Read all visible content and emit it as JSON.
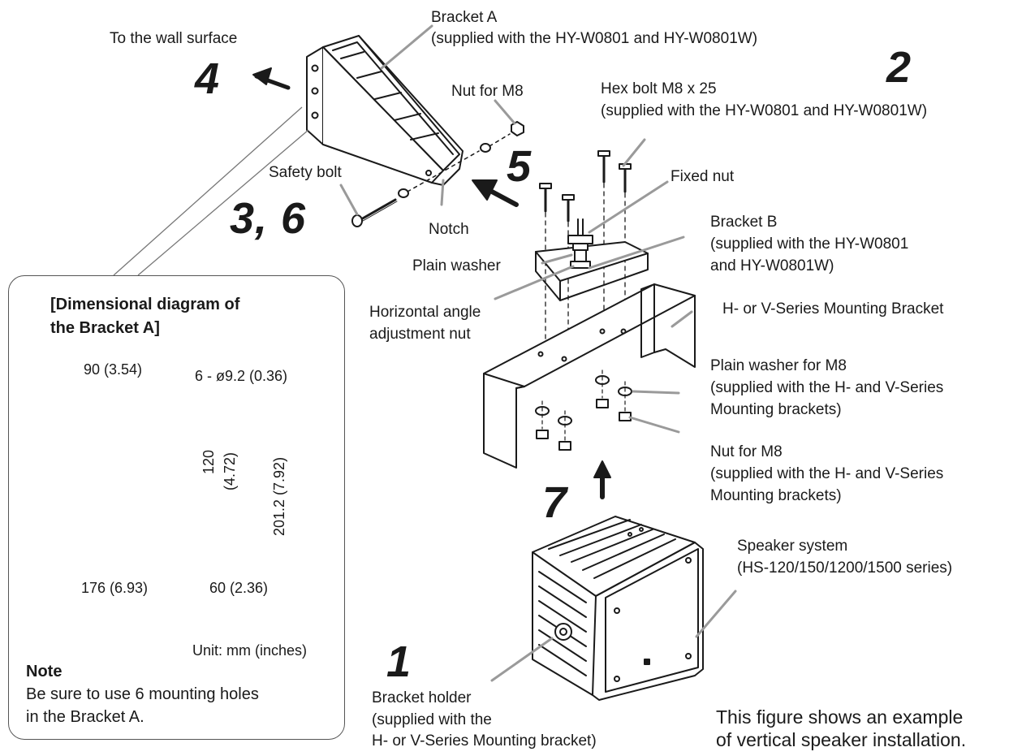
{
  "steps": {
    "s1": "1",
    "s2": "2",
    "s36": "3, 6",
    "s4": "4",
    "s5": "5",
    "s7": "7"
  },
  "labels": {
    "wall_surface": "To the wall surface",
    "bracket_a_line1": "Bracket A",
    "bracket_a_line2": "(supplied with the HY-W0801 and HY-W0801W)",
    "nut_m8_top": "Nut for M8",
    "hex_bolt_line1": "Hex bolt M8 x 25",
    "hex_bolt_line2": "(supplied with the HY-W0801 and HY-W0801W)",
    "safety_bolt": "Safety bolt",
    "notch": "Notch",
    "fixed_nut": "Fixed nut",
    "bracket_b_line1": "Bracket B",
    "bracket_b_line2": "(supplied with the HY-W0801",
    "bracket_b_line3": "and HY-W0801W)",
    "plain_washer": "Plain washer",
    "horiz_nut_line1": "Horizontal angle",
    "horiz_nut_line2": "adjustment nut",
    "mount_bracket": "H- or V-Series Mounting Bracket",
    "plain_washer_m8_line1": "Plain washer for M8",
    "plain_washer_m8_line2": "(supplied with the H- and V-Series",
    "plain_washer_m8_line3": "Mounting brackets)",
    "nut_m8_line1": "Nut for M8",
    "nut_m8_line2": "(supplied with the H- and V-Series",
    "nut_m8_line3": "Mounting brackets)",
    "speaker_line1": "Speaker system",
    "speaker_line2": "(HS-120/150/1200/1500 series)",
    "holder_line1": "Bracket holder",
    "holder_line2": "(supplied with the",
    "holder_line3": "H- or V-Series Mounting bracket)",
    "caption_line1": "This figure shows an example",
    "caption_line2": "of vertical speaker installation."
  },
  "detail": {
    "title_line1": "[Dimensional diagram of",
    "title_line2": "the Bracket A]",
    "dim_90": "90 (3.54)",
    "dim_holes": "6 - ø9.2 (0.36)",
    "dim_120a": "120",
    "dim_120b": "(4.72)",
    "dim_201": "201.2 (7.92)",
    "dim_176": "176 (6.93)",
    "dim_60": "60  (2.36)",
    "unit": "Unit: mm (inches)",
    "note_head": "Note",
    "note_line1": "Be sure to use 6 mounting holes",
    "note_line2": "in the Bracket A."
  }
}
